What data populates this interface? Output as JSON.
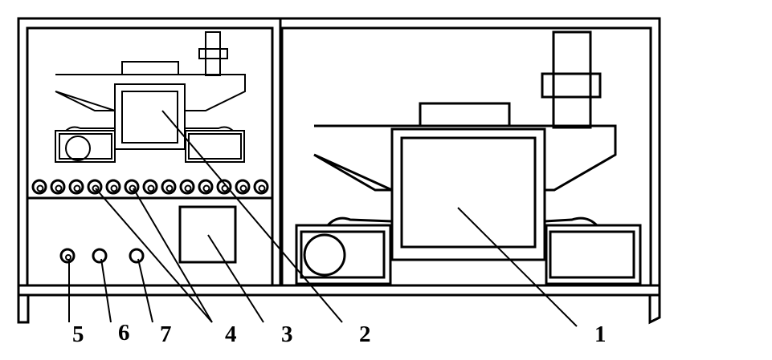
{
  "diagram": {
    "line_color": "#000000",
    "background_color": "#ffffff",
    "callouts": [
      {
        "id": "c1",
        "label": "1"
      },
      {
        "id": "c2",
        "label": "2"
      },
      {
        "id": "c3",
        "label": "3"
      },
      {
        "id": "c4",
        "label": "4"
      },
      {
        "id": "c5",
        "label": "5"
      },
      {
        "id": "c6",
        "label": "6"
      },
      {
        "id": "c7",
        "label": "7"
      }
    ]
  }
}
